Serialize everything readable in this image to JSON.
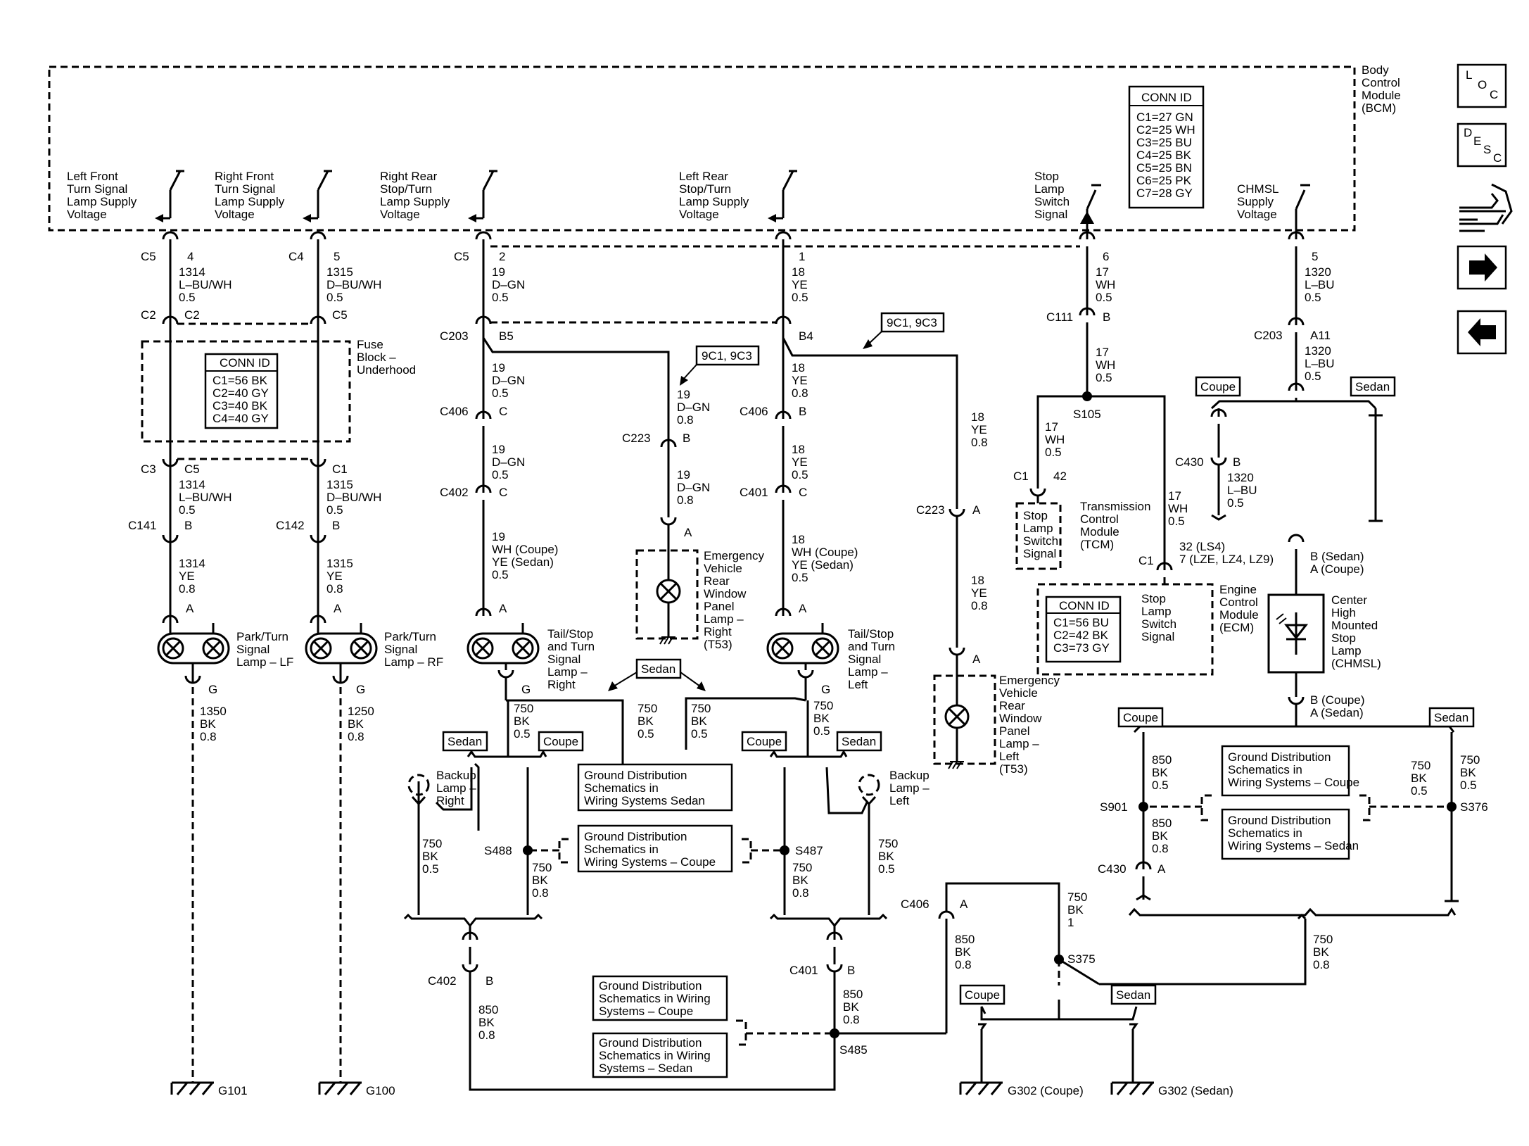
{
  "module": {
    "bcm": [
      "Body",
      "Control",
      "Module",
      "(BCM)"
    ]
  },
  "bcm_conn": {
    "title": "CONN ID",
    "rows": [
      "C1=27 GN",
      "C2=25 WH",
      "C3=25 BU",
      "C4=25 BK",
      "C5=25 BN",
      "C6=25 PK",
      "C7=28 GY"
    ]
  },
  "fuse_conn": {
    "title": "CONN ID",
    "rows": [
      "C1=56 BK",
      "C2=40 GY",
      "C3=40 BK",
      "C4=40 GY"
    ]
  },
  "ecm_conn": {
    "title": "CONN ID",
    "rows": [
      "C1=56 BU",
      "C2=42 BK",
      "C3=73 GY"
    ]
  },
  "nav": {
    "loc": [
      "L",
      "O",
      "C"
    ],
    "desc": [
      "D",
      "E",
      "S",
      "C"
    ]
  },
  "outputs": {
    "lf": [
      "Left Front",
      "Turn Signal",
      "Lamp Supply",
      "Voltage"
    ],
    "rf": [
      "Right Front",
      "Turn Signal",
      "Lamp Supply",
      "Voltage"
    ],
    "rr": [
      "Right Rear",
      "Stop/Turn",
      "Lamp Supply",
      "Voltage"
    ],
    "lr": [
      "Left Rear",
      "Stop/Turn",
      "Lamp Supply",
      "Voltage"
    ],
    "stop": [
      "Stop",
      "Lamp",
      "Switch",
      "Signal"
    ],
    "chmsl": [
      "CHMSL",
      "Supply",
      "Voltage"
    ]
  },
  "fuse_block": [
    "Fuse",
    "Block –",
    "Underhood"
  ],
  "tcm": [
    "Transmission",
    "Control",
    "Module",
    "(TCM)"
  ],
  "tcm_sig": [
    "Stop",
    "Lamp",
    "Switch",
    "Signal"
  ],
  "ecm": [
    "Engine",
    "Control",
    "Module",
    "(ECM)"
  ],
  "ecm_sig": [
    "Stop",
    "Lamp",
    "Switch",
    "Signal"
  ],
  "lamps": {
    "lf": [
      "Park/Turn",
      "Signal",
      "Lamp – LF"
    ],
    "rf": [
      "Park/Turn",
      "Signal",
      "Lamp – RF"
    ],
    "right": [
      "Tail/Stop",
      "and Turn",
      "Signal",
      "Lamp –",
      "Right"
    ],
    "left": [
      "Tail/Stop",
      "and Turn",
      "Signal",
      "Lamp –",
      "Left"
    ],
    "ev_right": [
      "Emergency",
      "Vehicle",
      "Rear",
      "Window",
      "Panel",
      "Lamp –",
      "Right",
      "(T53)"
    ],
    "ev_left": [
      "Emergency",
      "Vehicle",
      "Rear",
      "Window",
      "Panel",
      "Lamp –",
      "Left",
      "(T53)"
    ],
    "backup_right": [
      "Backup",
      "Lamp –",
      "Right"
    ],
    "backup_left": [
      "Backup",
      "Lamp –",
      "Left"
    ],
    "chmsl": [
      "Center",
      "High",
      "Mounted",
      "Stop",
      "Lamp",
      "(CHMSL)"
    ]
  },
  "grounds": {
    "sedan": [
      "Ground Distribution",
      "Schematics in",
      "Wiring Systems Sedan"
    ],
    "coupe_mid": [
      "Ground Distribution",
      "Schematics in",
      "Wiring Systems – Coupe"
    ],
    "wiring_coupe": [
      "Ground Distribution",
      "Schematics in Wiring",
      "Systems – Coupe"
    ],
    "wiring_sedan": [
      "Ground Distribution",
      "Schematics in Wiring",
      "Systems – Sedan"
    ],
    "right_coupe": [
      "Ground Distribution",
      "Schematics in",
      "Wiring Systems – Coupe"
    ],
    "right_sedan": [
      "Ground Distribution",
      "Schematics in",
      "Wiring Systems – Sedan"
    ],
    "g101": "G101",
    "g100": "G100",
    "g302c": "G302 (Coupe)",
    "g302s": "G302 (Sedan)"
  },
  "tags": {
    "coupe": "Coupe",
    "sedan": "Sedan",
    "ref1": "9C1, 9C3",
    "ref2": "9C1, 9C3"
  },
  "wires": {
    "w1314a": [
      "1314",
      "L–BU/WH",
      "0.5"
    ],
    "w1315a": [
      "1315",
      "D–BU/WH",
      "0.5"
    ],
    "w19a": [
      "19",
      "D–GN",
      "0.5"
    ],
    "w18a": [
      "18",
      "YE",
      "0.5"
    ],
    "w17a": [
      "17",
      "WH",
      "0.5"
    ],
    "w1320a": [
      "1320",
      "L–BU",
      "0.5"
    ],
    "w1314b": [
      "1314",
      "L–BU/WH",
      "0.5"
    ],
    "w1315b": [
      "1315",
      "D–BU/WH",
      "0.5"
    ],
    "w1314c": [
      "1314",
      "YE",
      "0.8"
    ],
    "w1315c": [
      "1315",
      "YE",
      "0.8"
    ],
    "w1350": [
      "1350",
      "BK",
      "0.8"
    ],
    "w1250": [
      "1250",
      "BK",
      "0.8"
    ],
    "w19b": [
      "19",
      "D–GN",
      "0.5"
    ],
    "w19c": [
      "19",
      "D–GN",
      "0.5"
    ],
    "w19d": [
      "19",
      "D–GN",
      "0.8"
    ],
    "w19e": [
      "19",
      "D–GN",
      "0.8"
    ],
    "w19f": [
      "19",
      "WH (Coupe)",
      "YE (Sedan)",
      "0.5"
    ],
    "w18b": [
      "18",
      "YE",
      "0.8"
    ],
    "w18c": [
      "18",
      "YE",
      "0.5"
    ],
    "w18d": [
      "18",
      "WH (Coupe)",
      "YE (Sedan)",
      "0.5"
    ],
    "w18e": [
      "18",
      "YE",
      "0.8"
    ],
    "w18f": [
      "18",
      "YE",
      "0.8"
    ],
    "w17b": [
      "17",
      "WH",
      "0.5"
    ],
    "w17c": [
      "17",
      "WH",
      "0.5"
    ],
    "w17d": [
      "17",
      "WH",
      "0.5"
    ],
    "w1320b": [
      "1320",
      "L–BU",
      "0.5"
    ],
    "w1320c": [
      "1320",
      "L–BU",
      "0.5"
    ],
    "w750a": [
      "750",
      "BK",
      "0.5"
    ],
    "w750b": [
      "750",
      "BK",
      "0.5"
    ],
    "w750c": [
      "750",
      "BK",
      "0.5"
    ],
    "w750d": [
      "750",
      "BK",
      "0.5"
    ],
    "w750e": [
      "750",
      "BK",
      "0.5"
    ],
    "w750f": [
      "750",
      "BK",
      "0.8"
    ],
    "w750g": [
      "750",
      "BK",
      "0.8"
    ],
    "w750h": [
      "750",
      "BK",
      "0.5"
    ],
    "w750i": [
      "750",
      "BK",
      "1"
    ],
    "w750j": [
      "750",
      "BK",
      "0.8"
    ],
    "w750k": [
      "750",
      "BK",
      "0.5"
    ],
    "w750l": [
      "750",
      "BK",
      "0.5"
    ],
    "w850a": [
      "850",
      "BK",
      "0.8"
    ],
    "w850b": [
      "850",
      "BK",
      "0.8"
    ],
    "w850c": [
      "850",
      "BK",
      "0.8"
    ],
    "w850d": [
      "850",
      "BK",
      "0.5"
    ],
    "w850e": [
      "850",
      "BK",
      "0.8"
    ]
  },
  "labels": {
    "c5a": "C5",
    "c4": "C4",
    "c5b": "C5",
    "p4": "4",
    "p5a": "5",
    "p2": "2",
    "p1": "1",
    "p6": "6",
    "p5b": "5",
    "c2a": "C2",
    "c2b": "C2",
    "c5c": "C5",
    "c3": "C3",
    "c5d": "C5",
    "c1a": "C1",
    "c141": "C141",
    "c142": "C142",
    "bA": "B",
    "bB": "B",
    "aA": "A",
    "aB": "A",
    "gA": "G",
    "gB": "G",
    "c203a": "C203",
    "b5": "B5",
    "b4": "B4",
    "c406a": "C406",
    "c406b": "C406",
    "cC1": "C",
    "cB1": "B",
    "c402a": "C402",
    "c401a": "C401",
    "cC2": "C",
    "cC3": "C",
    "aC": "A",
    "aD": "A",
    "gC": "G",
    "gD": "G",
    "c223a": "C223",
    "bC": "B",
    "aE": "A",
    "c223b": "C223",
    "aF": "A",
    "aG": "A",
    "c111": "C111",
    "bD": "B",
    "s105": "S105",
    "c1b": "C1",
    "p42": "42",
    "c1c": "C1",
    "pin32": "32 (LS4)",
    "pin7": "7 (LZE, LZ4, LZ9)",
    "c203b": "C203",
    "a11": "A11",
    "c430a": "C430",
    "bE": "B",
    "bsedan": "B (Sedan)",
    "acoupe": "A (Coupe)",
    "bcoupe": "B (Coupe)",
    "asedan": "A (Sedan)",
    "s488": "S488",
    "s487": "S487",
    "s901": "S901",
    "s376": "S376",
    "c430b": "C430",
    "aH": "A",
    "c402b": "C402",
    "bF": "B",
    "c401b": "C401",
    "bG": "B",
    "s485": "S485",
    "c406c": "C406",
    "aI": "A",
    "s375": "S375"
  }
}
